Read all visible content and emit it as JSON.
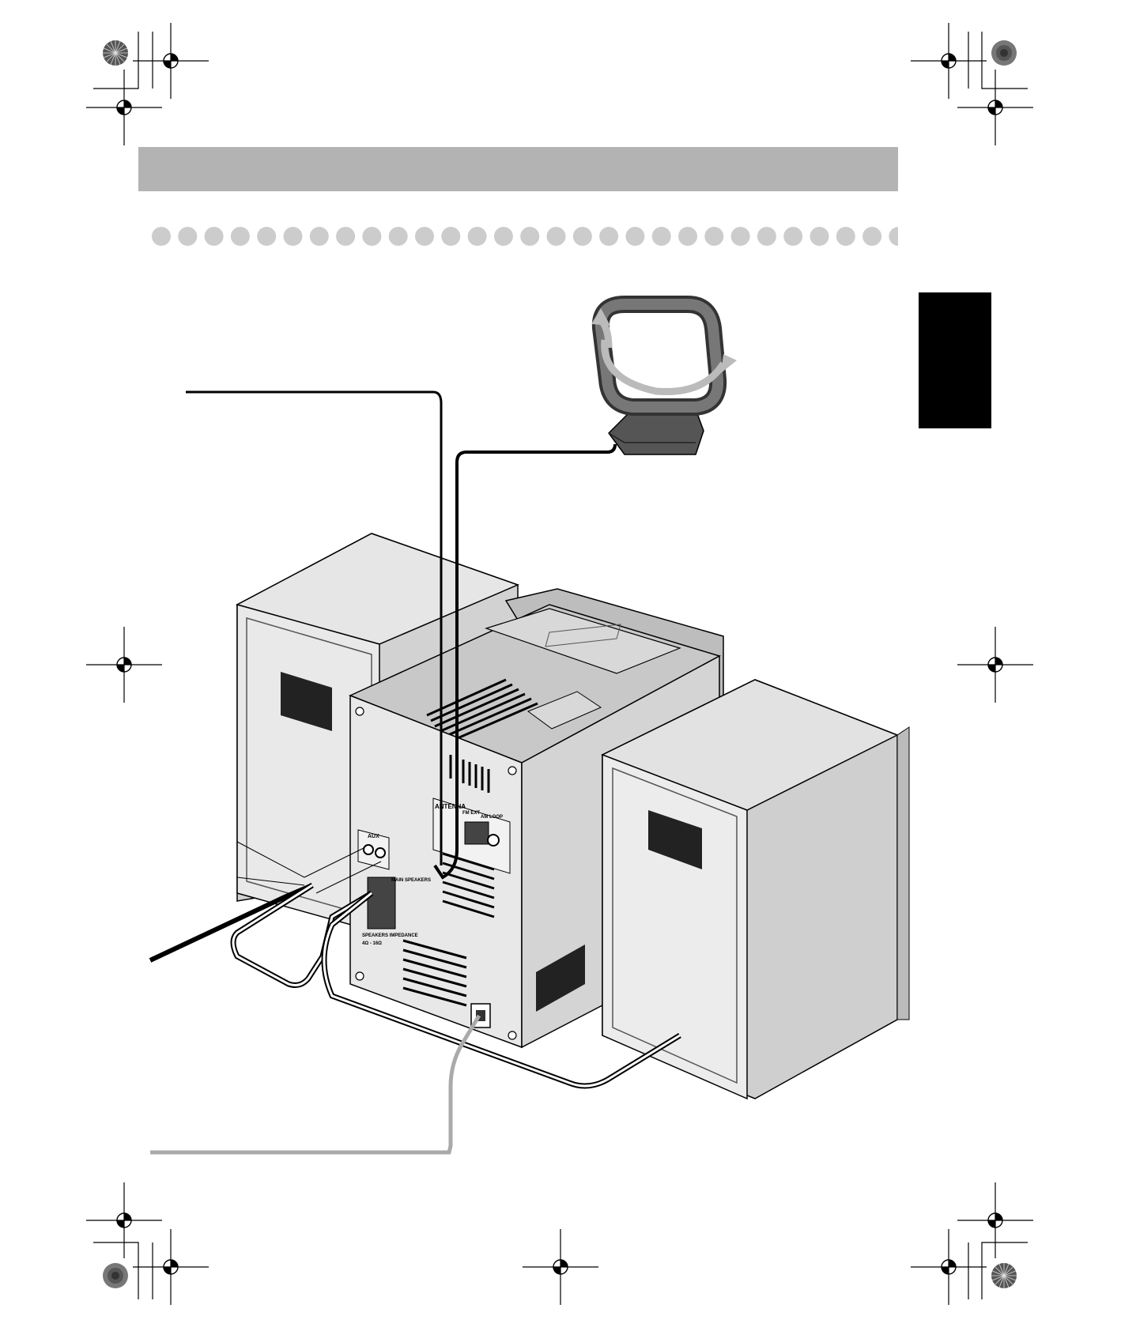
{
  "page": {
    "header_bar_color": "#b3b3b3",
    "dot_color": "#cccccc",
    "tab_color": "#000000"
  },
  "panel_labels": {
    "antenna": "ANTENNA",
    "fm_ext": "FM EXT",
    "am_loop": "AM LOOP",
    "aux": "AUX",
    "main_speakers": "MAIN SPEAKERS",
    "speakers_impedance": "SPEAKERS IMPEDANCE",
    "impedance_value": "4Ω - 16Ω"
  },
  "icons": [
    "registration-mark-icon",
    "color-wheel-icon"
  ]
}
